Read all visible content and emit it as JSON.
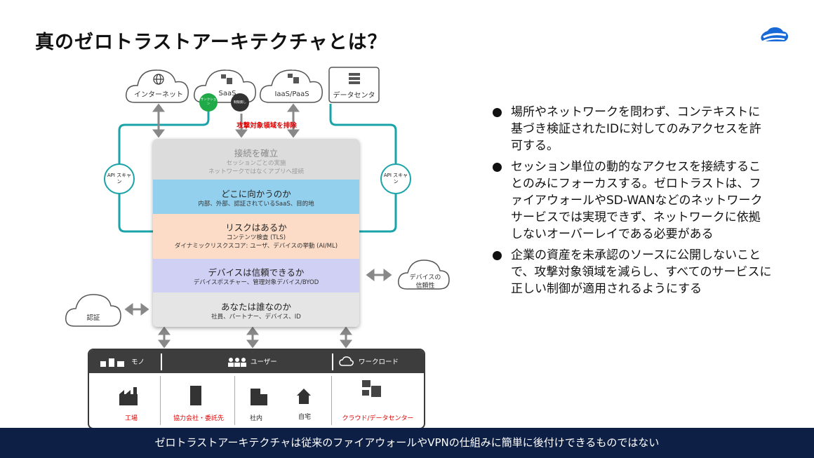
{
  "title": "真のゼロトラストアーキテクチャとは？",
  "clouds": {
    "internet": "インターネット",
    "saas": "SaaS",
    "iaas": "IaaS/PaaS",
    "datacenter": "データセンタ",
    "sanction_a": "サンクション",
    "sanction_b": "制限無し",
    "device_trust_1": "デバイスの",
    "device_trust_2": "信頼性",
    "auth": "認証"
  },
  "attack_surface_label": "攻撃対象領域を排除",
  "api_scan_left": "API スキャン",
  "api_scan_right": "API スキャン",
  "layers": [
    {
      "heading": "接続を確立",
      "sub1": "セッションごとの実施",
      "sub2": "ネットワークではなくアプリへ接続",
      "color": "#dcdcdc"
    },
    {
      "heading": "どこに向かうのか",
      "sub1": "内部、外部、認証されているSaaS、目的地",
      "sub2": "",
      "color": "#93d0ee"
    },
    {
      "heading": "リスクはあるか",
      "sub1": "コンテンツ検査 (TLS)",
      "sub2": "ダイナミックリスクスコア: ユーザ、デバイスの挙動 (AI/ML)",
      "color": "#fcdcc6"
    },
    {
      "heading": "デバイスは信頼できるか",
      "sub1": "デバイスポスチャー、管理対象デバイス/BYOD",
      "sub2": "",
      "color": "#cfd0f4"
    },
    {
      "heading": "あなたは誰なのか",
      "sub1": "社員、パートナー、デバイス、ID",
      "sub2": "",
      "color": "#e5e5e5"
    }
  ],
  "bottom": {
    "things": "モノ",
    "users": "ユーザー",
    "workload": "ワークロード",
    "factory": "工場",
    "partner": "協力会社・委託先",
    "office": "社内",
    "home": "自宅",
    "cloud_dc": "クラウド/データセンター"
  },
  "bullets": [
    "場所やネットワークを問わず、コンテキストに基づき検証されたIDに対してのみアクセスを許可する。",
    "セッション単位の動的なアクセスを接続することのみにフォーカスする。ゼロトラストは、ファイアウォールやSD-WANなどのネットワークサービスでは実現できず、ネットワークに依拠しないオーバーレイである必要がある",
    "企業の資産を未承認のソースに公開しないことで、攻撃対象領域を減らし、すべてのサービスに正しい制御が適用されるようにする"
  ],
  "footer": "ゼロトラストアーキテクチャは従来のファイアウォールやVPNの仕組みに簡単に後付けできるものではない",
  "colors": {
    "teal": "#1aa3a8",
    "red": "#e00000",
    "navy": "#0e1f45",
    "brand": "#1769d8"
  },
  "icons": [
    "globe-icon",
    "windows-icon",
    "server-icon",
    "factory-icon",
    "building-icon",
    "house-icon",
    "cloud-icon",
    "users-icon"
  ]
}
